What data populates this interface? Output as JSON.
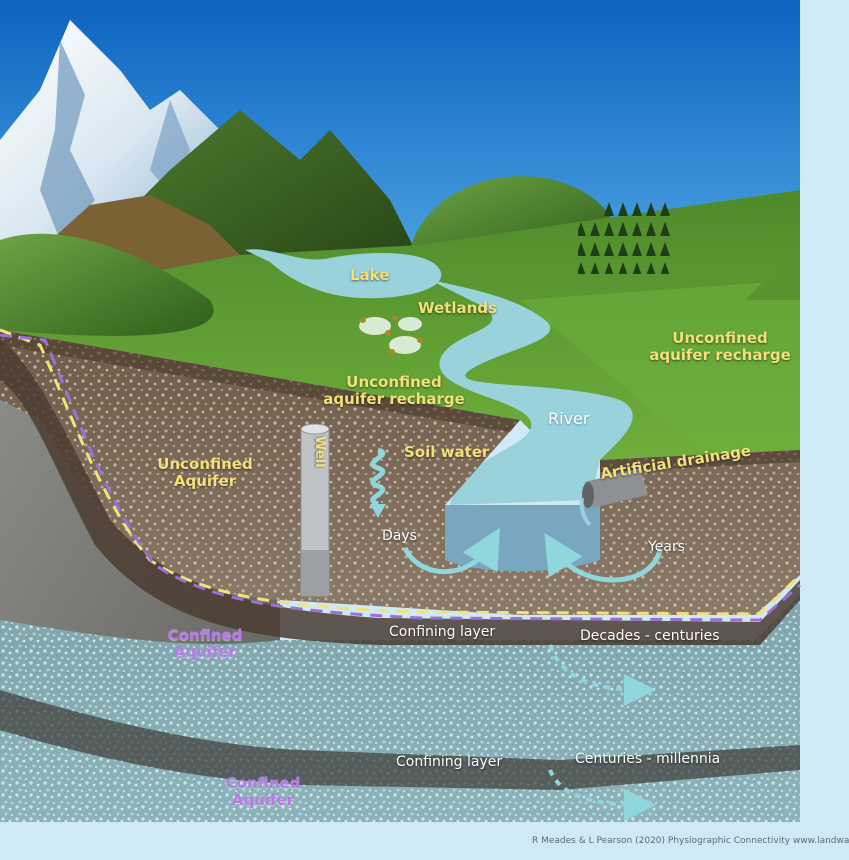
{
  "labels": {
    "lake": "Lake",
    "wetlands": "Wetlands",
    "unconfined_recharge_left_1": "Unconfined",
    "unconfined_recharge_left_2": "aquifer recharge",
    "unconfined_recharge_right_1": "Unconfined",
    "unconfined_recharge_right_2": "aquifer recharge",
    "river": "River",
    "soil_water": "Soil water",
    "well": "Well",
    "unconfined_aquifer_1": "Unconfined",
    "unconfined_aquifer_2": "Aquifer",
    "artificial_drainage": "Artificial drainage",
    "days": "Days",
    "years": "Years",
    "confining_layer_upper": "Confining layer",
    "decades_centuries": "Decades - centuries",
    "confined_aquifer_upper_1": "Confined",
    "confined_aquifer_upper_2": "Aquifer",
    "confining_layer_lower": "Confining layer",
    "centuries_millennia": "Centuries - millennia",
    "confined_aquifer_lower_1": "Confined",
    "confined_aquifer_lower_2": "Aquifer"
  },
  "credit": "R Meades & L Pearson (2020) Physiographic Connectivity www.landwa",
  "colors": {
    "sky_top": "#0f6fc9",
    "sky_bottom": "#4aa6e6",
    "grass": "#5c9a33",
    "water": "#9ad2dc",
    "label_yellow": "#f3e07a",
    "label_purple": "#b57ae6",
    "boundary_yellow": "#f2e27a",
    "boundary_purple": "#9b6fd6"
  }
}
